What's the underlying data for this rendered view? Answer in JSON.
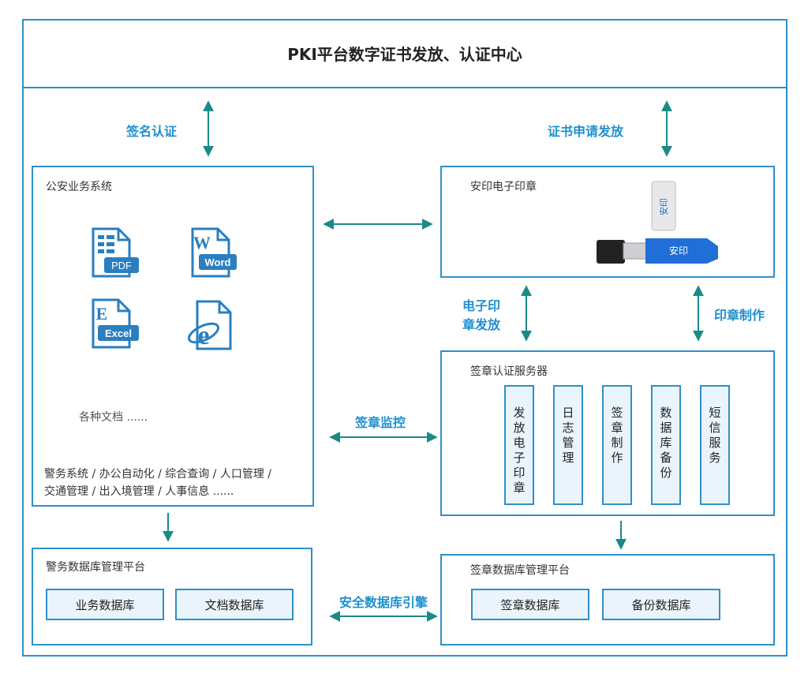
{
  "header": {
    "title": "PKI平台数字证书发放、认证中心"
  },
  "flows": {
    "sign_auth": "签名认证",
    "cert_issue": "证书申请发放",
    "seal_issue_line1": "电子印",
    "seal_issue_line2": "章发放",
    "seal_make": "印章制作",
    "seal_monitor": "签章监控",
    "db_engine": "安全数据库引擎"
  },
  "police_system": {
    "title": "公安业务系统",
    "doc_icons": [
      "PDF",
      "Word",
      "Excel",
      "IE"
    ],
    "doc_caption": "各种文档 ......",
    "desc_line1": "警务系统 / 办公自动化 / 综合查询 / 人口管理 /",
    "desc_line2": "交通管理 / 出入境管理 / 人事信息 ......"
  },
  "anyin_seal": {
    "title": "安印电子印章",
    "usb_brand": "安印"
  },
  "seal_server": {
    "title": "签章认证服务器",
    "modules": [
      "发放电子印章",
      "日志管理",
      "签章制作",
      "数据库备份",
      "短信服务"
    ]
  },
  "police_db": {
    "title": "警务数据库管理平台",
    "items": [
      "业务数据库",
      "文档数据库"
    ]
  },
  "seal_db": {
    "title": "签章数据库管理平台",
    "items": [
      "签章数据库",
      "备份数据库"
    ]
  },
  "colors": {
    "border": "#2f8fc8",
    "arrow": "#1a8a86",
    "label": "#1e8fd0",
    "chip": "#eaf4fc"
  }
}
